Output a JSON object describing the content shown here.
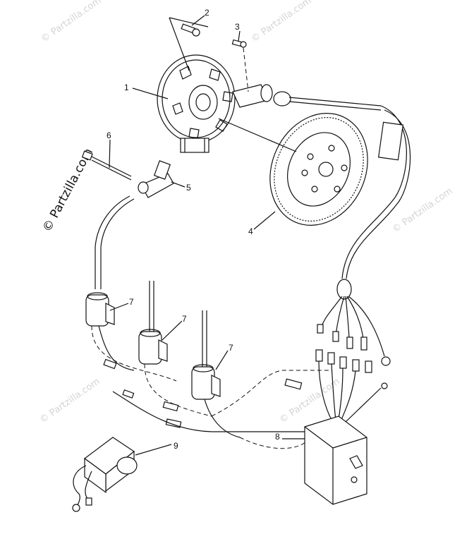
{
  "watermark": {
    "main": "© Partzilla.com",
    "faint": "© Partzilla.com"
  },
  "callouts": {
    "c1": "1",
    "c2": "2",
    "c3": "3",
    "c4": "4",
    "c5": "5",
    "c6": "6",
    "c7a": "7",
    "c7b": "7",
    "c7c": "7",
    "c8": "8",
    "c9": "9"
  },
  "colors": {
    "ink": "#111111",
    "watermark": "#d4d4d4",
    "background": "#ffffff"
  }
}
